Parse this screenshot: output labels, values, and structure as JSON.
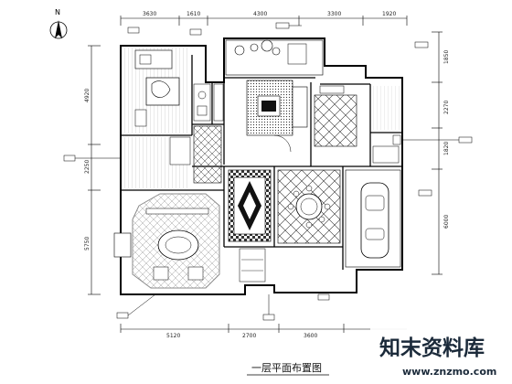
{
  "north_label": "N",
  "dims_top": [
    "3630",
    "1610",
    "4300",
    "3300",
    "1920"
  ],
  "dims_bottom": [
    "5120",
    "2700",
    "3600"
  ],
  "dims_left": [
    "4920",
    "2250",
    "5750"
  ],
  "dims_right": [
    "1850",
    "2270",
    "1820",
    "6000"
  ],
  "title": "一层平面布置图",
  "watermark": {
    "brand": "知末资料库",
    "url": "www.znzmo.com"
  }
}
